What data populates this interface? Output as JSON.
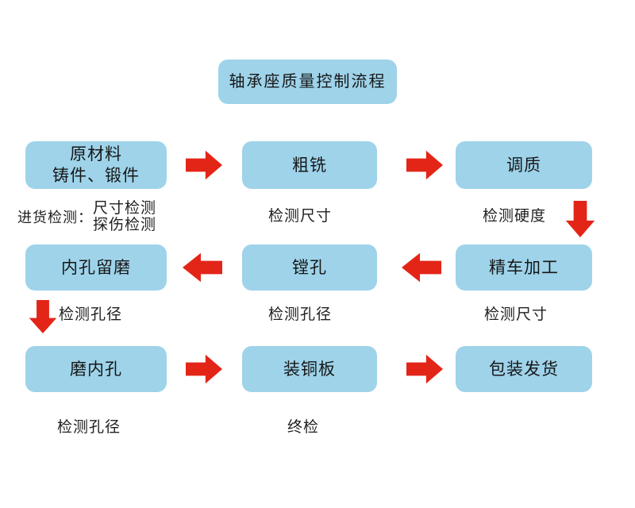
{
  "diagram": {
    "title": "轴承座质量控制流程",
    "accent_box_color": "#9ed3ea",
    "accent_arrow_color": "#e32518",
    "text_color": "#1a1a1a",
    "rows": [
      {
        "id": "row-1",
        "boxes": [
          {
            "id": "raw-material",
            "line1": "原材料",
            "line2": "铸件、锻件"
          },
          {
            "id": "rough-milling",
            "line1": "粗铣",
            "line2": ""
          },
          {
            "id": "quench-temper",
            "line1": "调质",
            "line2": ""
          }
        ],
        "connectors": [
          "arrow-right",
          "arrow-right"
        ],
        "captions": [
          {
            "id": "incoming-inspection",
            "label": "进货检测：",
            "values": [
              "尺寸检测",
              "探伤检测"
            ]
          },
          {
            "id": "inspect-dimension-1",
            "text": "检测尺寸"
          },
          {
            "id": "inspect-hardness",
            "text": "检测硬度"
          }
        ]
      },
      {
        "id": "row-2",
        "boxes": [
          {
            "id": "bore-grind-allowance",
            "line1": "内孔留磨",
            "line2": ""
          },
          {
            "id": "boring",
            "line1": "镗孔",
            "line2": ""
          },
          {
            "id": "finish-turning",
            "line1": "精车加工",
            "line2": ""
          }
        ],
        "connectors": [
          "arrow-left",
          "arrow-left"
        ],
        "captions": [
          {
            "id": "inspect-bore-1",
            "text": "检测孔径"
          },
          {
            "id": "inspect-bore-2",
            "text": "检测孔径"
          },
          {
            "id": "inspect-dimension-2",
            "text": "检测尺寸"
          }
        ]
      },
      {
        "id": "row-3",
        "boxes": [
          {
            "id": "grind-bore",
            "line1": "磨内孔",
            "line2": ""
          },
          {
            "id": "mount-copper-plate",
            "line1": "装铜板",
            "line2": ""
          },
          {
            "id": "packaging-shipping",
            "line1": "包装发货",
            "line2": ""
          }
        ],
        "connectors": [
          "arrow-right",
          "arrow-right"
        ],
        "captions": [
          {
            "id": "inspect-bore-3",
            "text": "检测孔径"
          },
          {
            "id": "final-inspection",
            "text": "终检"
          }
        ]
      }
    ],
    "flow_down_arrows": [
      {
        "id": "flow-down-right",
        "after": "检测硬度"
      },
      {
        "id": "flow-down-left",
        "before": "检测孔径"
      }
    ]
  }
}
